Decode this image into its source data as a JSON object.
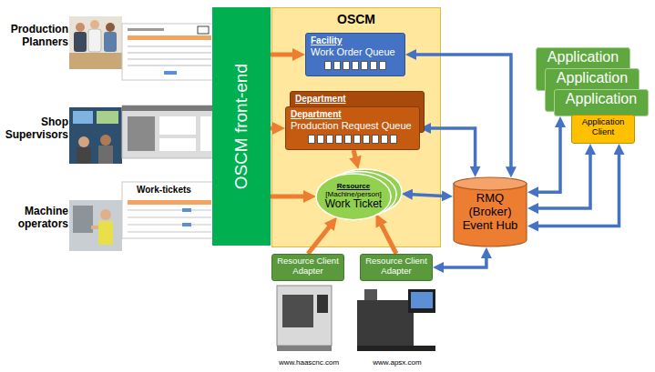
{
  "diagram": {
    "nodes": [
      {
        "text": [
          "OSCM front-end"
        ]
      },
      {
        "text": [
          "OSCM"
        ]
      },
      {
        "text": [
          "Facility",
          "Work Order Queue"
        ],
        "in": 1
      },
      {
        "text": [
          "Department"
        ],
        "in": 1
      },
      {
        "text": [
          "Department",
          "Production Request Queue"
        ],
        "in": 1
      },
      {
        "text": [
          "Resource",
          "[Machine/person]",
          "Work Ticket"
        ],
        "in": 1
      },
      {
        "text": [
          "Resource Client Adapter"
        ]
      },
      {
        "text": [
          "Resource Client Adapter"
        ]
      },
      {
        "text": [
          "RMQ (Broker) Event Hub"
        ]
      },
      {
        "text": [
          "Application"
        ]
      },
      {
        "text": [
          "Application"
        ]
      },
      {
        "text": [
          "Application"
        ]
      },
      {
        "text": [
          "Application Client"
        ]
      }
    ],
    "edges": [
      {
        "from": 0,
        "to": 2,
        "arrow": "to"
      },
      {
        "from": 0,
        "to": 4,
        "arrow": "to"
      },
      {
        "from": 0,
        "to": 5,
        "arrow": "to"
      },
      {
        "from": 4,
        "to": 5,
        "arrow": "to"
      },
      {
        "from": 6,
        "to": 5,
        "arrow": "to"
      },
      {
        "from": 7,
        "to": 5,
        "arrow": "to"
      },
      {
        "from": 2,
        "to": 8,
        "arrow": "both"
      },
      {
        "from": 4,
        "to": 8,
        "arrow": "both"
      },
      {
        "from": 5,
        "to": 8,
        "arrow": "both"
      },
      {
        "from": 7,
        "to": 8,
        "arrow": "both"
      },
      {
        "from": 8,
        "to": 11,
        "arrow": "both"
      },
      {
        "from": 8,
        "to": 12,
        "arrow": "both"
      },
      {
        "from": 8,
        "to": 12,
        "arrow": "both"
      }
    ],
    "labels": [
      "Production Planners",
      "Shop Supervisors",
      "Machine operators",
      "Work-tickets",
      "www.haascnc.com",
      "www.apsx.com"
    ]
  }
}
